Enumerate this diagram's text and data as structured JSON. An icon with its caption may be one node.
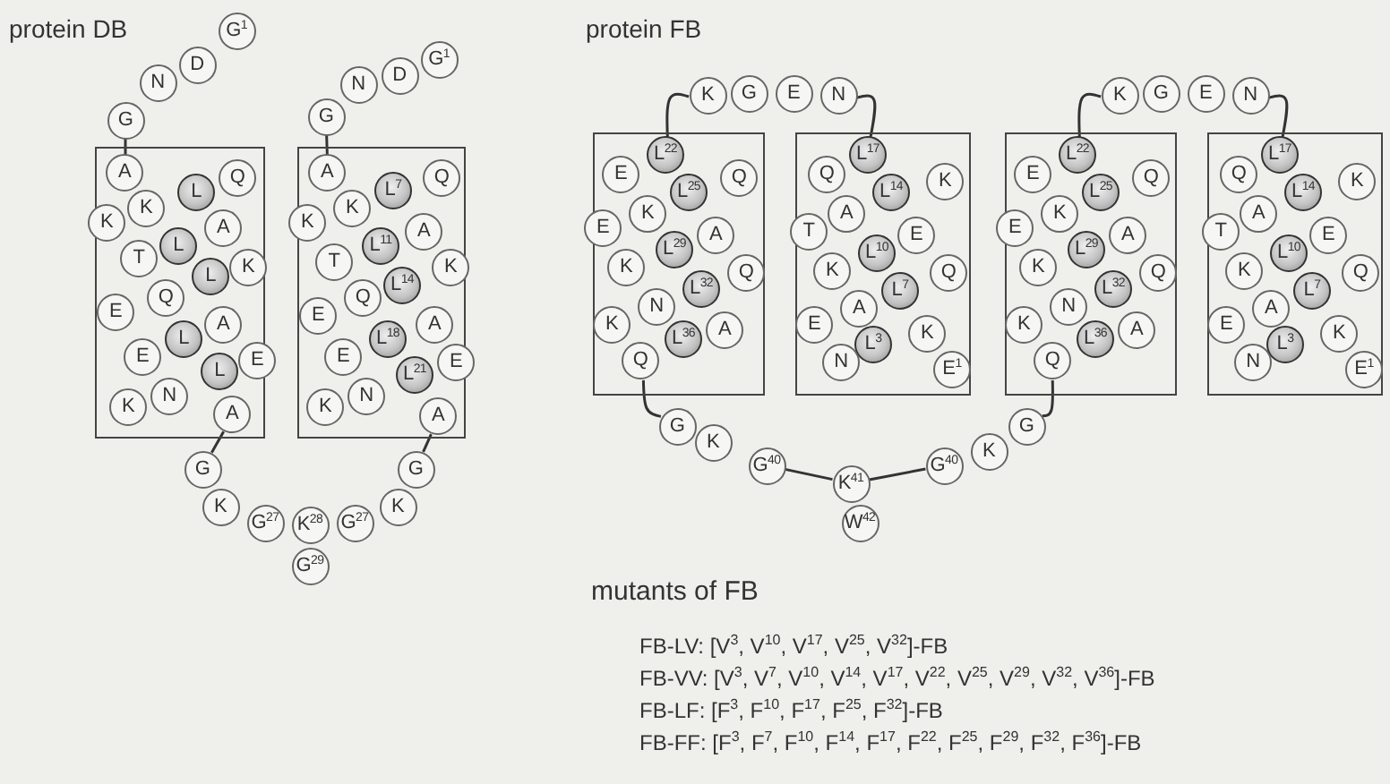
{
  "diagram": {
    "nodes": [
      {
        "text": [
          "G$^{1}$"
        ]
      },
      {
        "text": [
          "D"
        ]
      },
      {
        "text": [
          "N"
        ]
      },
      {
        "text": [
          "G"
        ]
      },
      {
        "text": [],
        "shape": "box"
      },
      {
        "text": [
          "A"
        ],
        "in": 4
      },
      {
        "text": [
          "Q"
        ],
        "in": 4
      },
      {
        "text": [
          "L"
        ],
        "in": 4
      },
      {
        "text": [
          "K"
        ],
        "in": 4
      },
      {
        "text": [
          "K"
        ],
        "in": 4
      },
      {
        "text": [
          "A"
        ],
        "in": 4
      },
      {
        "text": [
          "L"
        ],
        "in": 4
      },
      {
        "text": [
          "T"
        ],
        "in": 4
      },
      {
        "text": [
          "K"
        ],
        "in": 4
      },
      {
        "text": [
          "L"
        ],
        "in": 4
      },
      {
        "text": [
          "Q"
        ],
        "in": 4
      },
      {
        "text": [
          "E"
        ],
        "in": 4
      },
      {
        "text": [
          "A"
        ],
        "in": 4
      },
      {
        "text": [
          "L"
        ],
        "in": 4
      },
      {
        "text": [
          "E"
        ],
        "in": 4
      },
      {
        "text": [
          "E"
        ],
        "in": 4
      },
      {
        "text": [
          "L"
        ],
        "in": 4
      },
      {
        "text": [
          "N"
        ],
        "in": 4
      },
      {
        "text": [
          "K"
        ],
        "in": 4
      },
      {
        "text": [
          "A"
        ],
        "in": 4
      },
      {
        "text": [
          "G"
        ]
      },
      {
        "text": [
          "K"
        ]
      },
      {
        "text": [
          "G$^{27}$"
        ]
      },
      {
        "text": [
          "K$^{28}$"
        ]
      },
      {
        "text": [
          "G$^{29}$"
        ]
      },
      {
        "text": [
          "G$^{27}$"
        ]
      },
      {
        "text": [
          "K"
        ]
      },
      {
        "text": [
          "G"
        ]
      },
      {
        "text": [
          "G$^{1}$"
        ]
      },
      {
        "text": [
          "D"
        ]
      },
      {
        "text": [
          "N"
        ]
      },
      {
        "text": [
          "G"
        ]
      },
      {
        "text": [],
        "shape": "box"
      },
      {
        "text": [
          "A"
        ],
        "in": 37
      },
      {
        "text": [
          "Q"
        ],
        "in": 37
      },
      {
        "text": [
          "L$^{7}$"
        ],
        "in": 37
      },
      {
        "text": [
          "K"
        ],
        "in": 37
      },
      {
        "text": [
          "K"
        ],
        "in": 37
      },
      {
        "text": [
          "A"
        ],
        "in": 37
      },
      {
        "text": [
          "L$^{11}$"
        ],
        "in": 37
      },
      {
        "text": [
          "T"
        ],
        "in": 37
      },
      {
        "text": [
          "K"
        ],
        "in": 37
      },
      {
        "text": [
          "L$^{14}$"
        ],
        "in": 37
      },
      {
        "text": [
          "Q"
        ],
        "in": 37
      },
      {
        "text": [
          "E"
        ],
        "in": 37
      },
      {
        "text": [
          "A"
        ],
        "in": 37
      },
      {
        "text": [
          "L$^{18}$"
        ],
        "in": 37
      },
      {
        "text": [
          "E"
        ],
        "in": 37
      },
      {
        "text": [
          "E"
        ],
        "in": 37
      },
      {
        "text": [
          "L$^{21}$"
        ],
        "in": 37
      },
      {
        "text": [
          "N"
        ],
        "in": 37
      },
      {
        "text": [
          "K"
        ],
        "in": 37
      },
      {
        "text": [
          "A"
        ],
        "in": 37
      },
      {
        "text": [
          "K"
        ]
      },
      {
        "text": [
          "G"
        ]
      },
      {
        "text": [
          "E"
        ]
      },
      {
        "text": [
          "N"
        ]
      },
      {
        "text": [],
        "shape": "box"
      },
      {
        "text": [
          "E"
        ],
        "in": 62
      },
      {
        "text": [
          "L$^{22}$"
        ],
        "in": 62
      },
      {
        "text": [
          "Q"
        ],
        "in": 62
      },
      {
        "text": [
          "L$^{25}$"
        ],
        "in": 62
      },
      {
        "text": [
          "K"
        ],
        "in": 62
      },
      {
        "text": [
          "E"
        ],
        "in": 62
      },
      {
        "text": [
          "A"
        ],
        "in": 62
      },
      {
        "text": [
          "L$^{29}$"
        ],
        "in": 62
      },
      {
        "text": [
          "K"
        ],
        "in": 62
      },
      {
        "text": [
          "Q"
        ],
        "in": 62
      },
      {
        "text": [
          "L$^{32}$"
        ],
        "in": 62
      },
      {
        "text": [
          "N"
        ],
        "in": 62
      },
      {
        "text": [
          "K"
        ],
        "in": 62
      },
      {
        "text": [
          "A"
        ],
        "in": 62
      },
      {
        "text": [
          "L$^{36}$"
        ],
        "in": 62
      },
      {
        "text": [
          "Q"
        ],
        "in": 62
      },
      {
        "text": [],
        "shape": "box"
      },
      {
        "text": [
          "Q"
        ],
        "in": 79
      },
      {
        "text": [
          "L$^{17}$"
        ],
        "in": 79
      },
      {
        "text": [
          "K"
        ],
        "in": 79
      },
      {
        "text": [
          "L$^{14}$"
        ],
        "in": 79
      },
      {
        "text": [
          "A"
        ],
        "in": 79
      },
      {
        "text": [
          "T"
        ],
        "in": 79
      },
      {
        "text": [
          "E"
        ],
        "in": 79
      },
      {
        "text": [
          "L$^{10}$"
        ],
        "in": 79
      },
      {
        "text": [
          "K"
        ],
        "in": 79
      },
      {
        "text": [
          "Q"
        ],
        "in": 79
      },
      {
        "text": [
          "L$^{7}$"
        ],
        "in": 79
      },
      {
        "text": [
          "A"
        ],
        "in": 79
      },
      {
        "text": [
          "E"
        ],
        "in": 79
      },
      {
        "text": [
          "K"
        ],
        "in": 79
      },
      {
        "text": [
          "L$^{3}$"
        ],
        "in": 79
      },
      {
        "text": [
          "N"
        ],
        "in": 79
      },
      {
        "text": [
          "E$^{1}$"
        ],
        "in": 79
      },
      {
        "text": [
          "K"
        ]
      },
      {
        "text": [
          "G"
        ]
      },
      {
        "text": [
          "E"
        ]
      },
      {
        "text": [
          "N"
        ]
      },
      {
        "text": [],
        "shape": "box"
      },
      {
        "text": [
          "E"
        ],
        "in": 101
      },
      {
        "text": [
          "L$^{22}$"
        ],
        "in": 101
      },
      {
        "text": [
          "Q"
        ],
        "in": 101
      },
      {
        "text": [
          "L$^{25}$"
        ],
        "in": 101
      },
      {
        "text": [
          "K"
        ],
        "in": 101
      },
      {
        "text": [
          "E"
        ],
        "in": 101
      },
      {
        "text": [
          "A"
        ],
        "in": 101
      },
      {
        "text": [
          "L$^{29}$"
        ],
        "in": 101
      },
      {
        "text": [
          "K"
        ],
        "in": 101
      },
      {
        "text": [
          "Q"
        ],
        "in": 101
      },
      {
        "text": [
          "L$^{32}$"
        ],
        "in": 101
      },
      {
        "text": [
          "N"
        ],
        "in": 101
      },
      {
        "text": [
          "K"
        ],
        "in": 101
      },
      {
        "text": [
          "A"
        ],
        "in": 101
      },
      {
        "text": [
          "L$^{36}$"
        ],
        "in": 101
      },
      {
        "text": [
          "Q"
        ],
        "in": 101
      },
      {
        "text": [],
        "shape": "box"
      },
      {
        "text": [
          "Q"
        ],
        "in": 118
      },
      {
        "text": [
          "L$^{17}$"
        ],
        "in": 118
      },
      {
        "text": [
          "K"
        ],
        "in": 118
      },
      {
        "text": [
          "L$^{14}$"
        ],
        "in": 118
      },
      {
        "text": [
          "A"
        ],
        "in": 118
      },
      {
        "text": [
          "T"
        ],
        "in": 118
      },
      {
        "text": [
          "E"
        ],
        "in": 118
      },
      {
        "text": [
          "L$^{10}$"
        ],
        "in": 118
      },
      {
        "text": [
          "K"
        ],
        "in": 118
      },
      {
        "text": [
          "Q"
        ],
        "in": 118
      },
      {
        "text": [
          "L$^{7}$"
        ],
        "in": 118
      },
      {
        "text": [
          "A"
        ],
        "in": 118
      },
      {
        "text": [
          "E"
        ],
        "in": 118
      },
      {
        "text": [
          "K"
        ],
        "in": 118
      },
      {
        "text": [
          "L$^{3}$"
        ],
        "in": 118
      },
      {
        "text": [
          "N"
        ],
        "in": 118
      },
      {
        "text": [
          "E$^{1}$"
        ],
        "in": 118
      },
      {
        "text": [
          "G"
        ]
      },
      {
        "text": [
          "K"
        ]
      },
      {
        "text": [
          "G$^{40}$"
        ]
      },
      {
        "text": [
          "K$^{41}$"
        ]
      },
      {
        "text": [
          "W$^{42}$"
        ]
      },
      {
        "text": [
          "G$^{40}$"
        ]
      },
      {
        "text": [
          "K"
        ]
      },
      {
        "text": [
          "G"
        ]
      }
    ],
    "edges": [
      {
        "from": 3,
        "to": 5,
        "arrow": "none"
      },
      {
        "from": 24,
        "to": 25,
        "arrow": "none"
      },
      {
        "from": 36,
        "to": 38,
        "arrow": "none"
      },
      {
        "from": 57,
        "to": 32,
        "arrow": "none"
      },
      {
        "from": 58,
        "to": 64,
        "arrow": "none"
      },
      {
        "from": 61,
        "to": 81,
        "arrow": "none"
      },
      {
        "from": 97,
        "to": 103,
        "arrow": "none"
      },
      {
        "from": 100,
        "to": 120,
        "arrow": "none"
      },
      {
        "from": 78,
        "to": 136,
        "arrow": "none"
      },
      {
        "from": 138,
        "to": 139,
        "arrow": "none"
      },
      {
        "from": 139,
        "to": 141,
        "arrow": "none"
      },
      {
        "from": 143,
        "to": 117,
        "arrow": "none"
      }
    ],
    "labels": [
      "protein DB",
      "protein FB",
      "mutants of FB",
      "FB-LV: [V$^{3}$, V$^{10}$, V$^{17}$, V$^{25}$, V$^{32}$]-FB",
      "FB-VV: [V$^{3}$, V$^{7}$, V$^{10}$, V$^{14}$, V$^{17}$, V$^{22}$, V$^{25}$, V$^{29}$, V$^{32}$, V$^{36}$]-FB",
      "FB-LF: [F$^{3}$, F$^{10}$, F$^{17}$, F$^{25}$, F$^{32}$]-FB",
      "FB-FF: [F$^{3}$, F$^{7}$, F$^{10}$, F$^{14}$, F$^{17}$, F$^{22}$, F$^{25}$, F$^{29}$, F$^{32}$, F$^{36}$]-FB"
    ]
  }
}
